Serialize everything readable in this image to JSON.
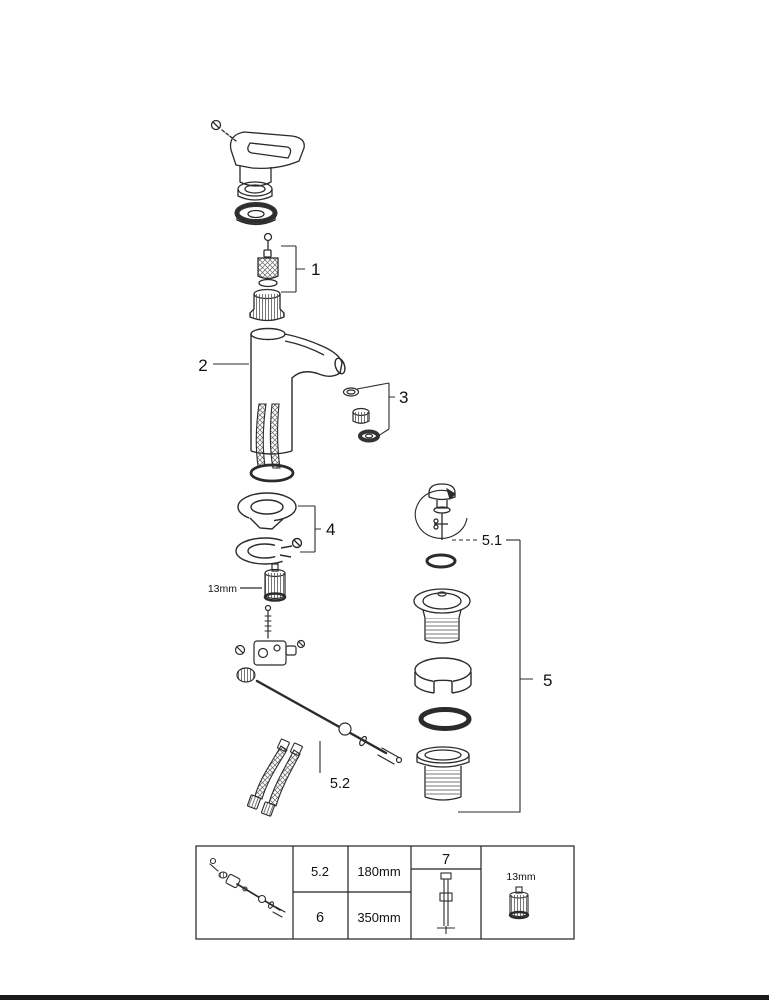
{
  "callouts": {
    "handle_group": "1",
    "body": "2",
    "aerator": "3",
    "mounting": "4",
    "drain": "5",
    "drain_knob": "5.1",
    "rod_assembly": "5.2",
    "wrench_size": "13mm"
  },
  "spec_table": {
    "rows": [
      {
        "ref": "5.2",
        "length": "180mm"
      },
      {
        "ref": "6",
        "length": "350mm"
      }
    ],
    "tool_column_header": "7",
    "socket_size": "13mm"
  }
}
